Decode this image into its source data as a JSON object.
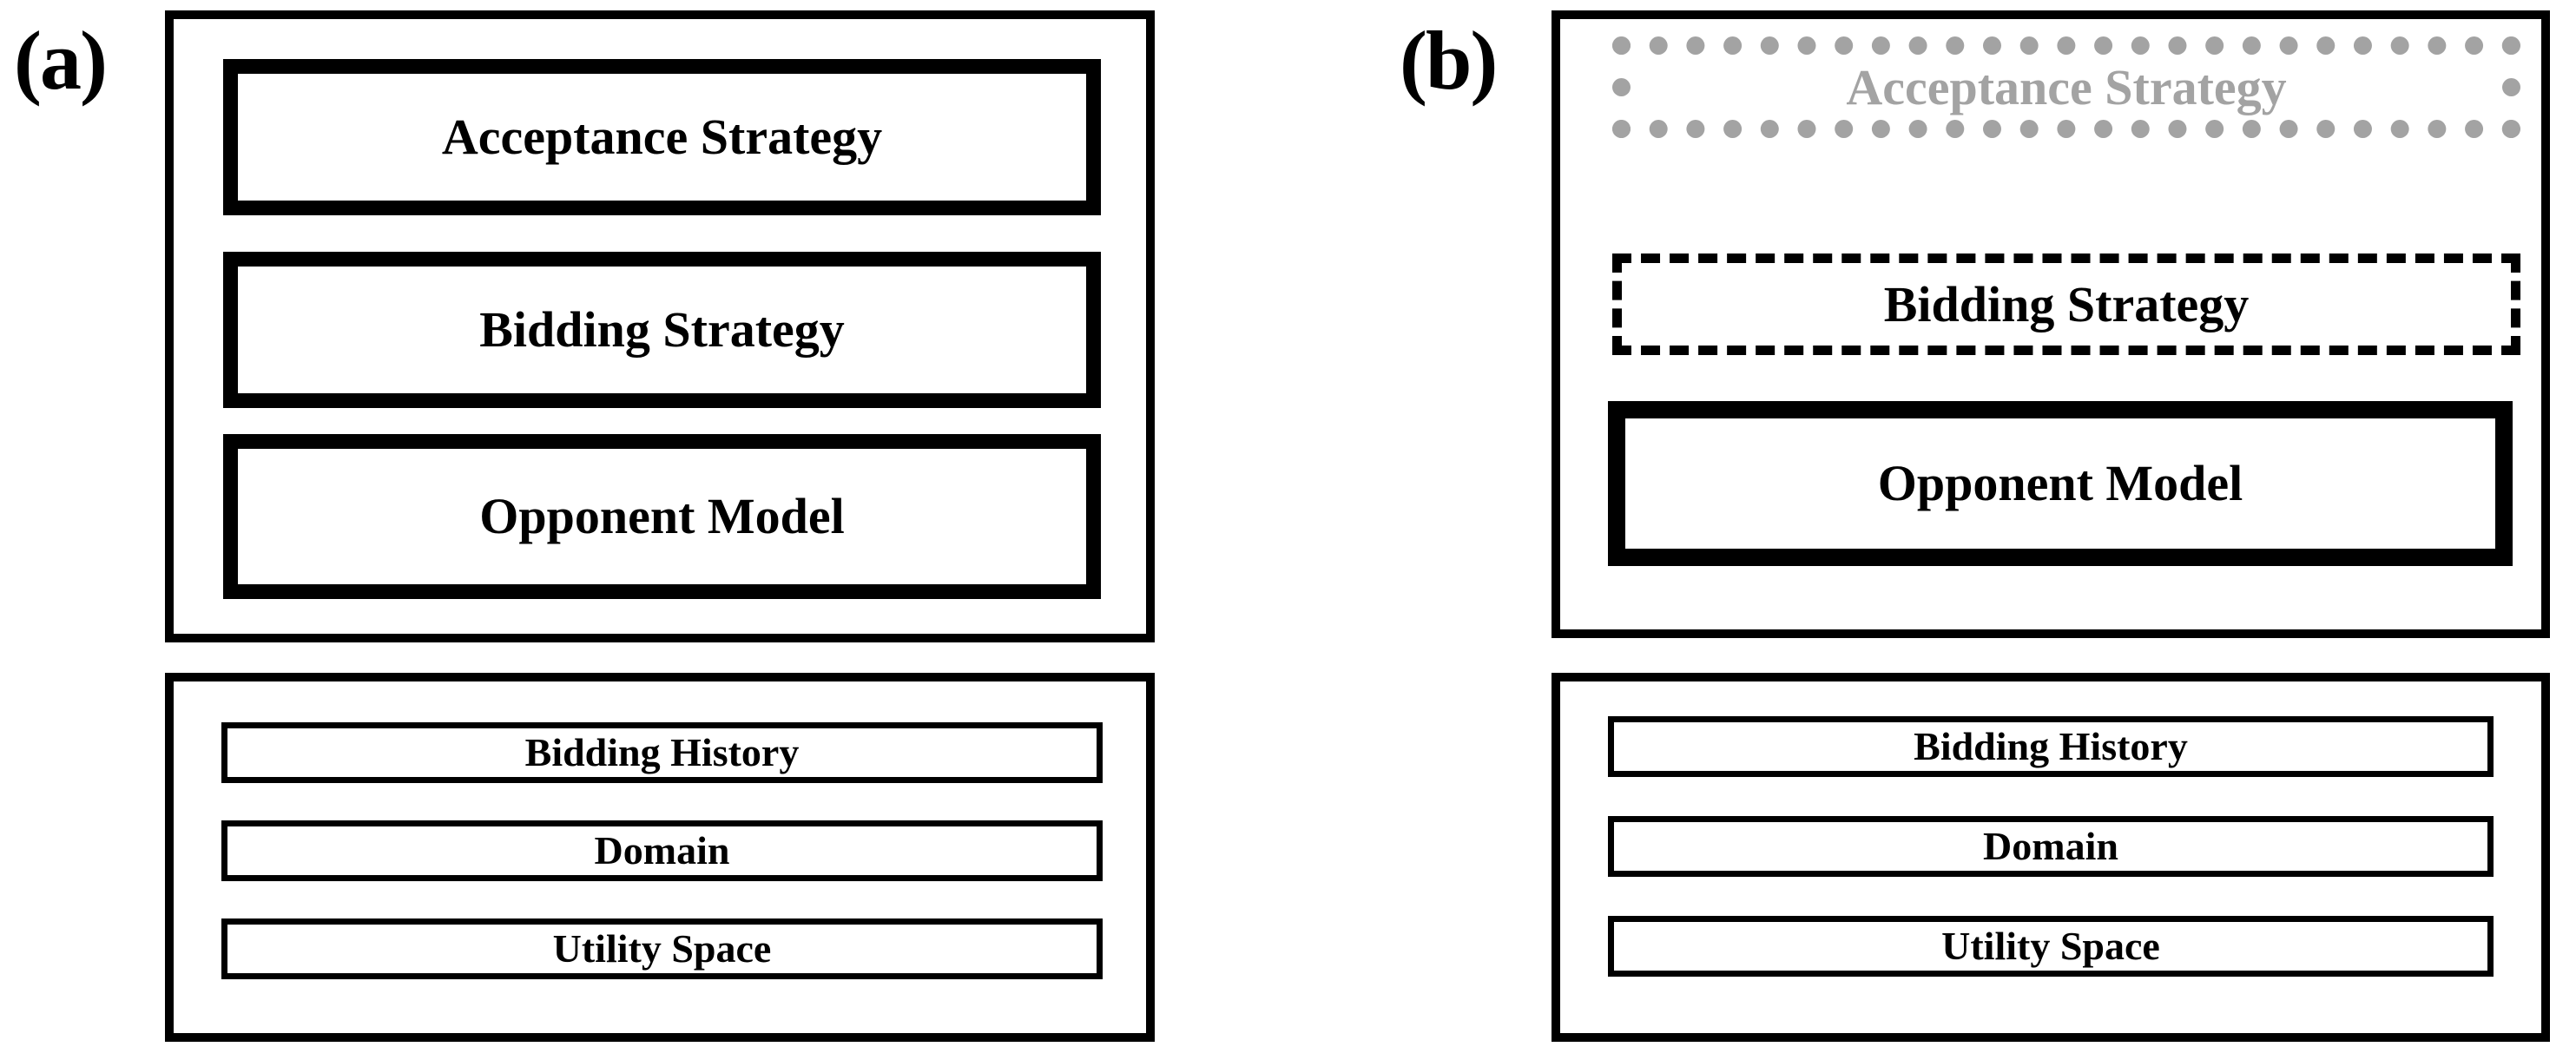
{
  "figure": {
    "background_color": "#ffffff",
    "ink_color": "#000000",
    "muted_color": "#a3a3a3"
  },
  "panels": [
    {
      "id": "a",
      "label": "(a)",
      "agent_container": {
        "name": "negotiating-agent-container",
        "components": [
          {
            "label": "Acceptance Strategy",
            "style": "solid-thick"
          },
          {
            "label": "Bidding Strategy",
            "style": "solid-thick"
          },
          {
            "label": "Opponent Model",
            "style": "solid-thick"
          }
        ]
      },
      "environment_container": {
        "name": "negotiation-environment-container",
        "components": [
          {
            "label": "Bidding History",
            "style": "solid-thin"
          },
          {
            "label": "Domain",
            "style": "solid-thin"
          },
          {
            "label": "Utility Space",
            "style": "solid-thin"
          }
        ]
      }
    },
    {
      "id": "b",
      "label": "(b)",
      "agent_container": {
        "name": "negotiating-agent-container",
        "components": [
          {
            "label": "Acceptance Strategy",
            "style": "dotted-gray"
          },
          {
            "label": "Bidding Strategy",
            "style": "dashed-black"
          },
          {
            "label": "Opponent Model",
            "style": "solid-thick"
          }
        ]
      },
      "environment_container": {
        "name": "negotiation-environment-container",
        "components": [
          {
            "label": "Bidding History",
            "style": "solid-thin"
          },
          {
            "label": "Domain",
            "style": "solid-thin"
          },
          {
            "label": "Utility Space",
            "style": "solid-thin"
          }
        ]
      }
    }
  ]
}
